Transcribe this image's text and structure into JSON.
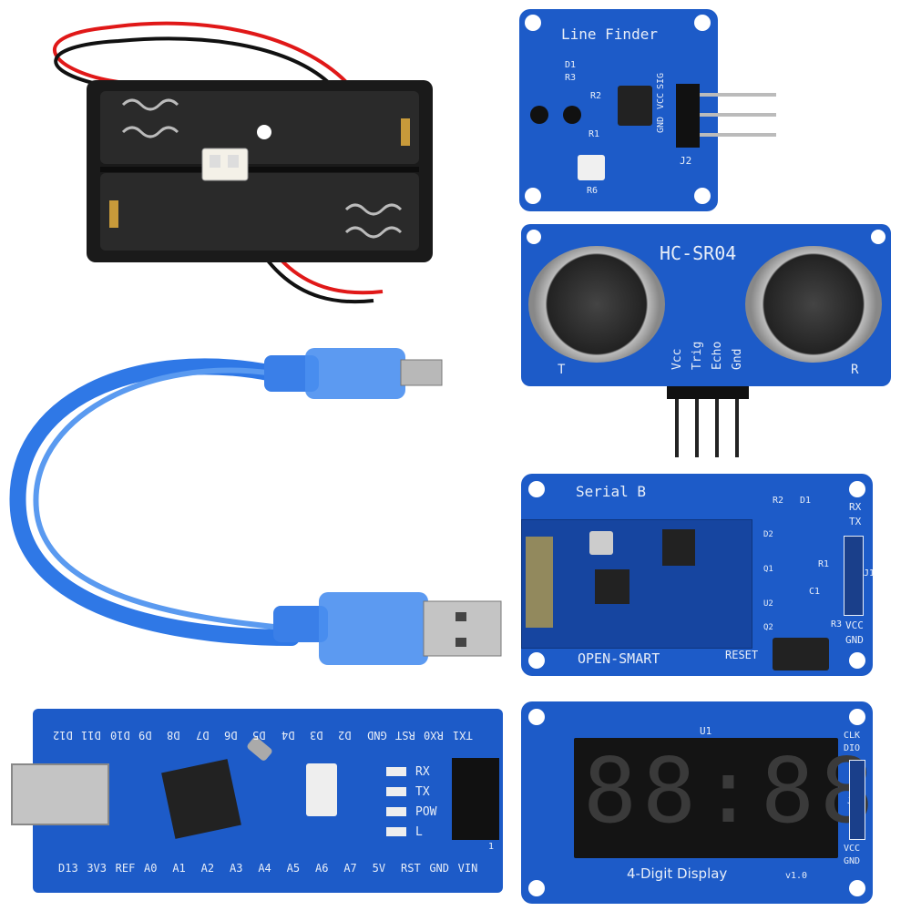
{
  "line_finder": {
    "title": "Line Finder",
    "labels": {
      "d1": "D1",
      "r3": "R3",
      "r2": "R2",
      "r1": "R1",
      "r6": "R6",
      "j2": "J2"
    },
    "pins": [
      "GND",
      "VCC",
      "SIG"
    ]
  },
  "ultrasonic": {
    "model": "HC-SR04",
    "pins": [
      "Vcc",
      "Trig",
      "Echo",
      "Gnd"
    ],
    "left_label": "T",
    "right_label": "R"
  },
  "serial_bt": {
    "title": "Serial B",
    "brand": "OPEN-SMART",
    "reset_label": "RESET",
    "labels": {
      "r2": "R2",
      "d1": "D1",
      "rx": "RX",
      "tx": "TX",
      "r1": "R1",
      "c1": "C1",
      "r3": "R3",
      "vcc": "VCC",
      "gnd": "GND",
      "j1": "J1",
      "q2": "Q2",
      "q1": "Q1",
      "u2": "U2",
      "d2": "D2"
    }
  },
  "nano": {
    "top_pins": [
      "D12",
      "D11",
      "D10",
      "D9",
      "D8",
      "D7",
      "D6",
      "D5",
      "D4",
      "D3",
      "D2",
      "GND",
      "RST",
      "RX0",
      "TX1"
    ],
    "bottom_pins": [
      "D13",
      "3V3",
      "REF",
      "A0",
      "A1",
      "A2",
      "A3",
      "A4",
      "A5",
      "A6",
      "A7",
      "5V",
      "RST",
      "GND",
      "VIN"
    ],
    "leds": [
      "RX",
      "TX",
      "POW",
      "L"
    ],
    "header_mark": "1"
  },
  "display": {
    "title": "4-Digit Display",
    "version": "v1.0",
    "u_label": "U1",
    "pins_top": [
      "CLK",
      "DIO"
    ],
    "pins_bottom": [
      "VCC",
      "GND"
    ],
    "j_label": "J1",
    "digits": "88:88"
  },
  "colors": {
    "pcb_blue": "#1d5bc8",
    "pcb_dark": "#1645a0",
    "usb_cable": "#2f78e6",
    "wire_red": "#e01818",
    "wire_black": "#111111"
  }
}
